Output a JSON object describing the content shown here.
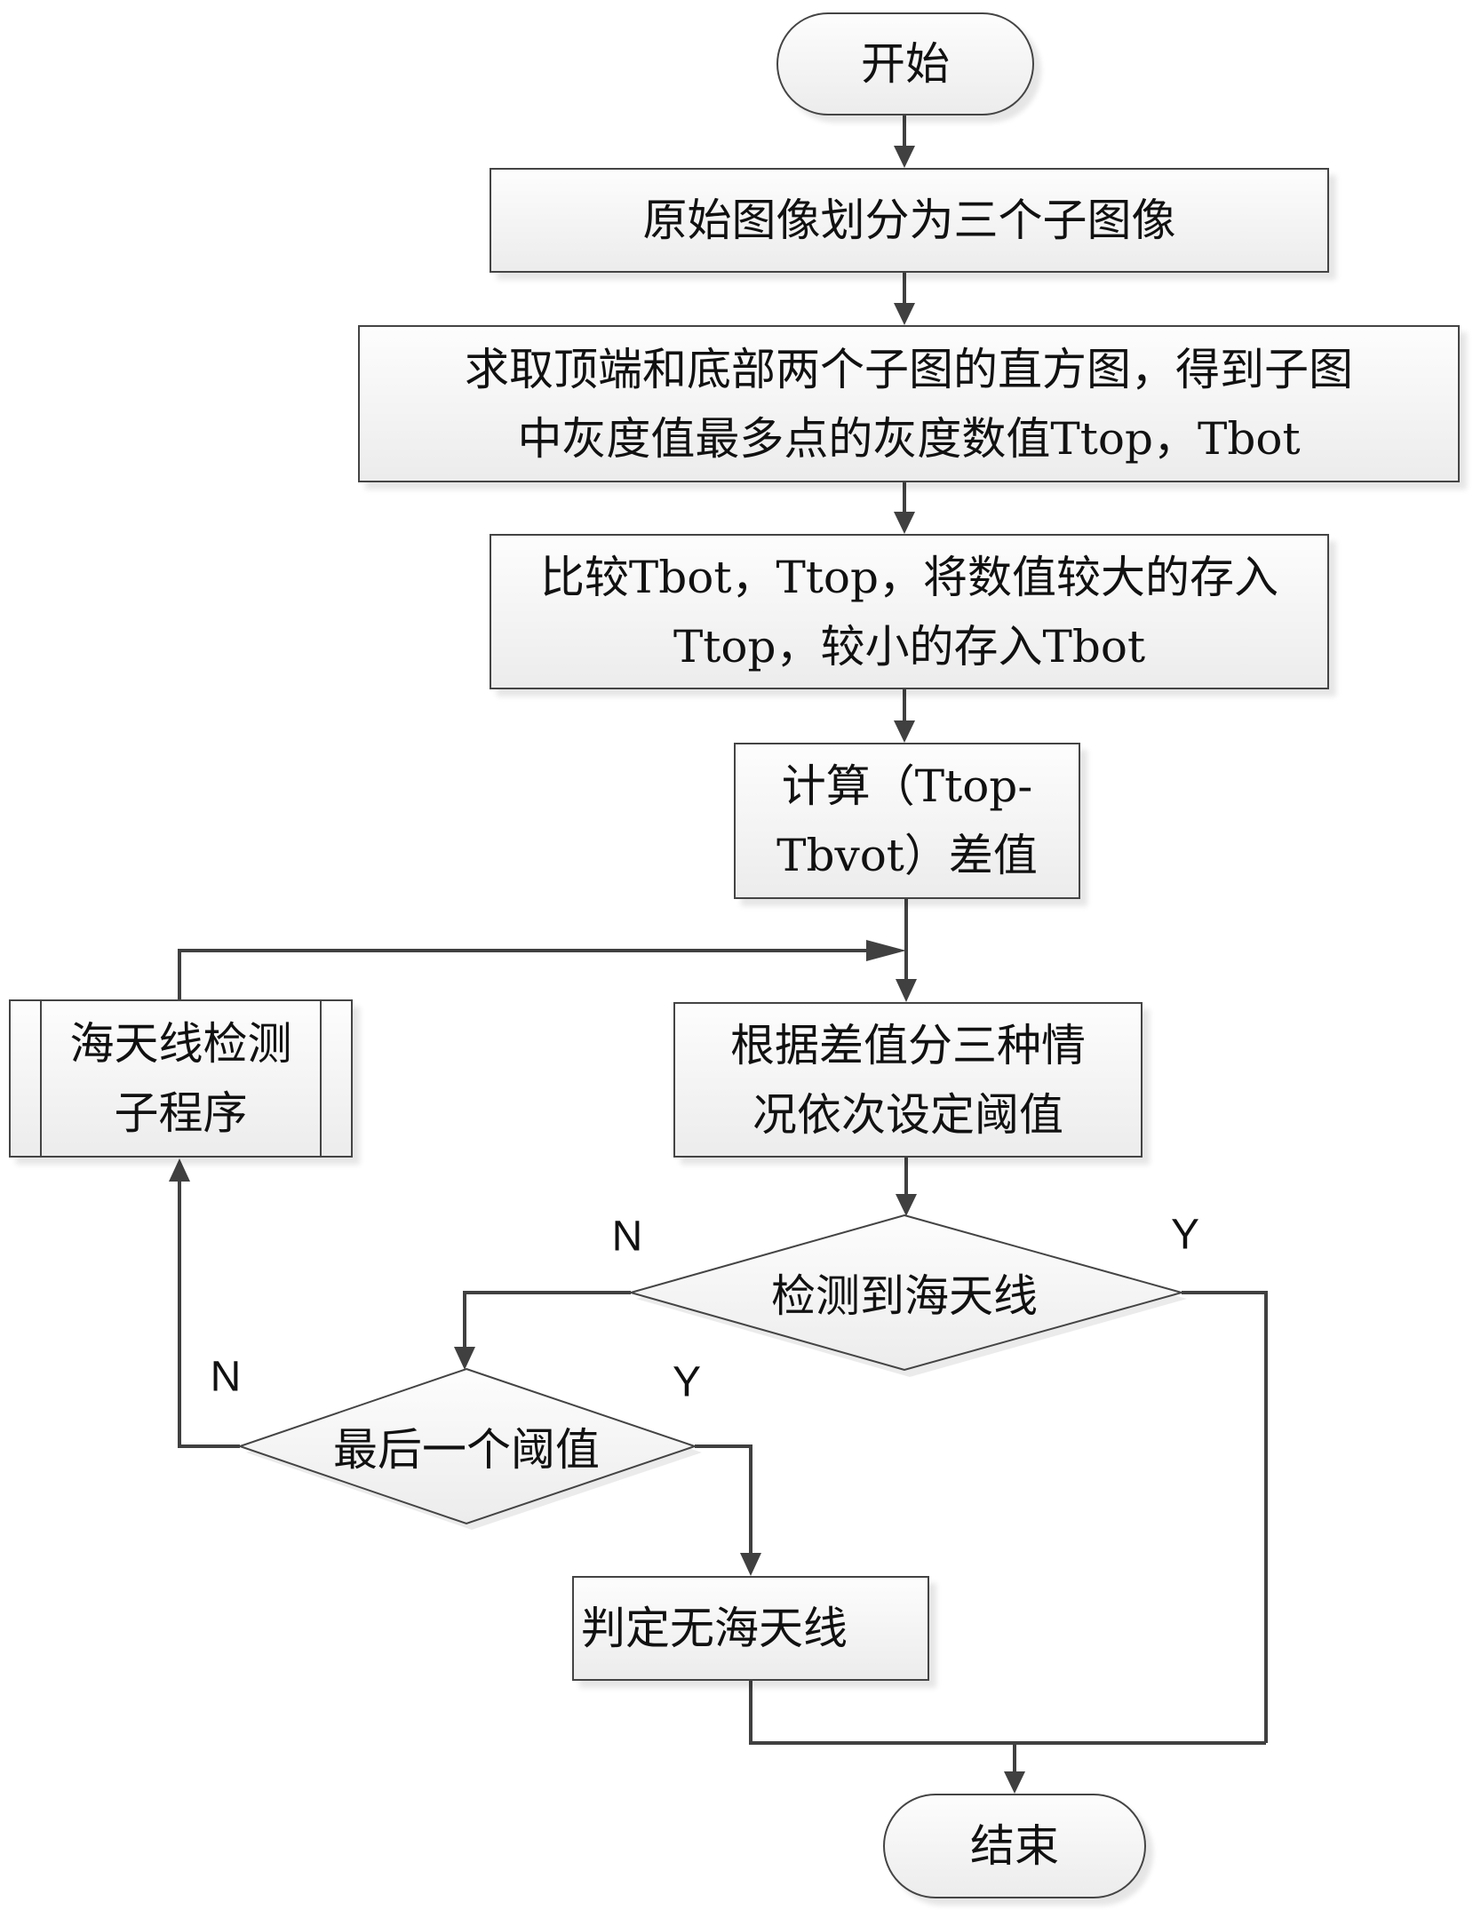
{
  "diagram": {
    "type": "flowchart",
    "nodes": {
      "start": {
        "shape": "terminal",
        "text": "开始"
      },
      "split": {
        "shape": "process",
        "text": "原始图像划分为三个子图像"
      },
      "histogram": {
        "shape": "process",
        "line1": "求取顶端和底部两个子图的直方图，得到子图",
        "line2": "中灰度值最多点的灰度数值Ttop，Tbot"
      },
      "compare": {
        "shape": "process",
        "line1": "比较Tbot，Ttop，将数值较大的存入",
        "line2": "Ttop，较小的存入Tbot"
      },
      "diff": {
        "shape": "process",
        "line1": "计算（Ttop-",
        "line2": "Tbvot）差值"
      },
      "subroutine": {
        "shape": "predefined-process",
        "line1": "海天线检测",
        "line2": "子程序"
      },
      "threshold": {
        "shape": "process",
        "line1": "根据差值分三种情",
        "line2": "况依次设定阈值"
      },
      "detected": {
        "shape": "decision",
        "text": "检测到海天线"
      },
      "last": {
        "shape": "decision",
        "text": "最后一个阈值"
      },
      "none": {
        "shape": "process",
        "text": "判定无海天线"
      },
      "end": {
        "shape": "terminal",
        "text": "结束"
      }
    },
    "edge_labels": {
      "detected_no": "N",
      "detected_yes": "Y",
      "last_no": "N",
      "last_yes": "Y"
    },
    "edges": [
      {
        "from": "start",
        "to": "split"
      },
      {
        "from": "split",
        "to": "histogram"
      },
      {
        "from": "histogram",
        "to": "compare"
      },
      {
        "from": "compare",
        "to": "diff"
      },
      {
        "from": "diff",
        "to": "threshold"
      },
      {
        "from": "threshold",
        "to": "detected"
      },
      {
        "from": "detected",
        "to": "last",
        "label": "N"
      },
      {
        "from": "detected",
        "to": "end",
        "label": "Y"
      },
      {
        "from": "last",
        "to": "subroutine",
        "label": "N"
      },
      {
        "from": "last",
        "to": "none",
        "label": "Y"
      },
      {
        "from": "subroutine",
        "to": "threshold"
      },
      {
        "from": "none",
        "to": "end"
      }
    ],
    "colors": {
      "line": "#404040",
      "border": "#444444",
      "fill_top": "#fdfdfd",
      "fill_bottom": "#ececec"
    }
  }
}
